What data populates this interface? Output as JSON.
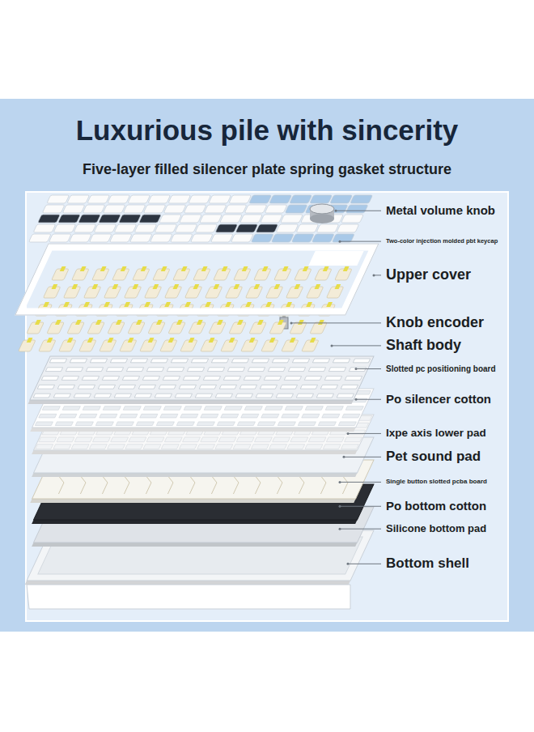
{
  "diagram": {
    "title": "Luxurious pile with sincerity",
    "labels": [
      "Five-layer filled silencer plate spring gasket structure",
      "Metal volume knob",
      "Two-color injection molded pbt keycap",
      "Upper cover",
      "Knob encoder",
      "Shaft body",
      "Slotted pc positioning board",
      "Po silencer cotton",
      "Ixpe axis lower pad",
      "Pet sound pad",
      "Single button slotted pcba board",
      "Po bottom cotton",
      "Silicone bottom pad",
      "Bottom shell"
    ]
  }
}
